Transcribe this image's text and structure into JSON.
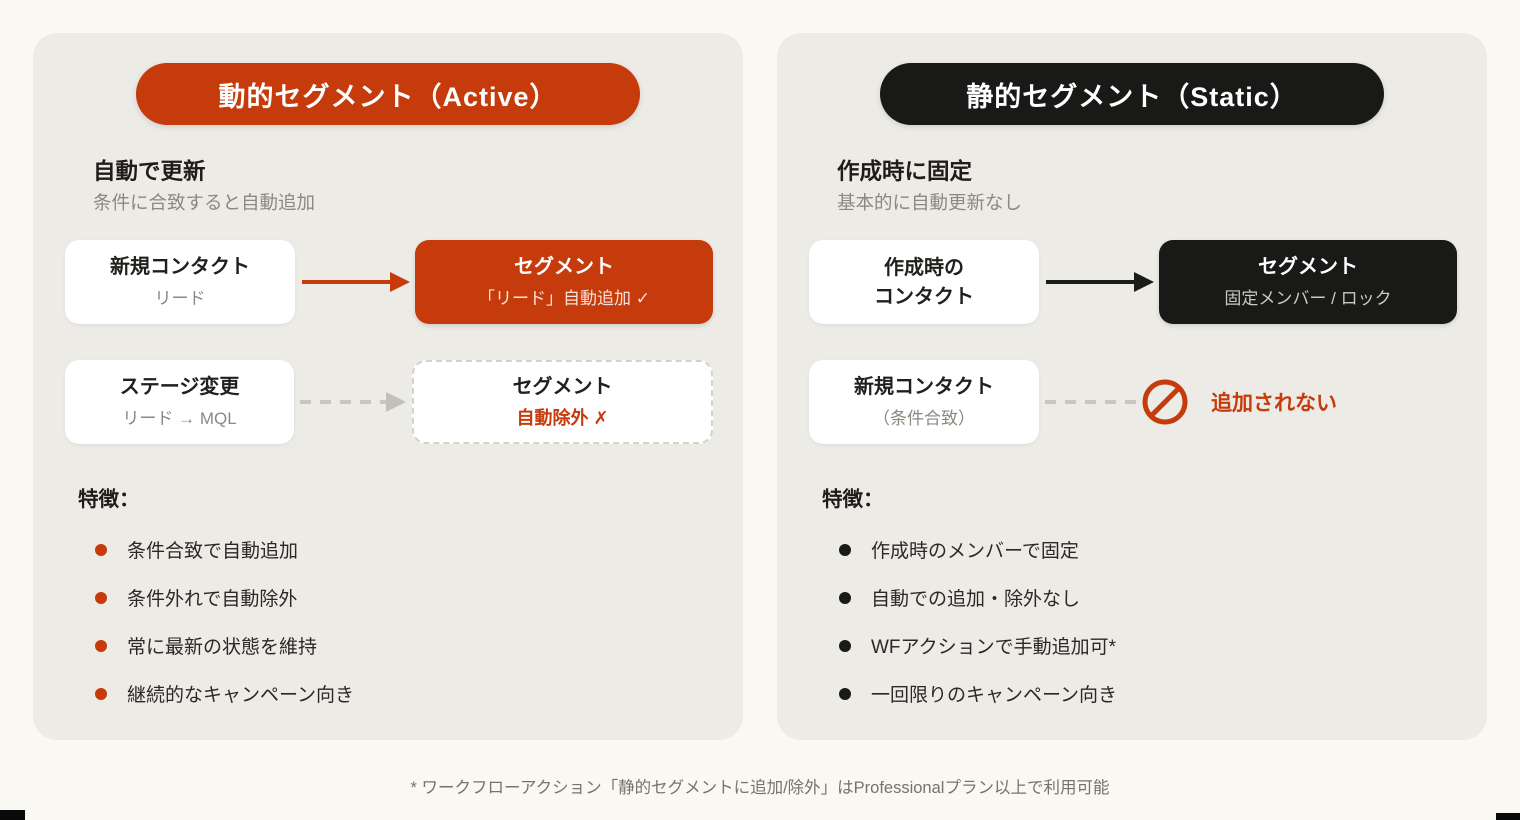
{
  "page": {
    "footnote": "* ワークフローアクション「静的セグメントに追加/除外」はProfessionalプラン以上で利用可能"
  },
  "colors": {
    "accent_orange": "#C53B0C",
    "accent_black": "#191917",
    "panel_background": "#EDEBE6",
    "page_background": "#FAF8F3",
    "muted_text": "#8B8880"
  },
  "icons": {
    "arrow_solid_orange": "right-arrow",
    "arrow_solid_black": "right-arrow",
    "arrow_dashed_gray": "right-arrow-dashed",
    "prohibition": "no-entry-circle-slash"
  },
  "panels": [
    {
      "id": "active",
      "header": "動的セグメント（Active）",
      "section_title": "自動で更新",
      "section_subtitle": "条件に合致すると自動追加",
      "rows": [
        {
          "source_title": "新規コンタクト",
          "source_subtitle": "リード",
          "target_title": "セグメント",
          "target_subtitle": "「リード」自動追加 ✓"
        },
        {
          "source_title": "ステージ変更",
          "source_subtitle": "リード → MQL",
          "target_title": "セグメント",
          "target_subtitle": "自動除外 ✗"
        }
      ],
      "features_label": "特徴：",
      "features": [
        "条件合致で自動追加",
        "条件外れで自動除外",
        "常に最新の状態を維持",
        "継続的なキャンペーン向き"
      ]
    },
    {
      "id": "static",
      "header": "静的セグメント（Static）",
      "section_title": "作成時に固定",
      "section_subtitle": "基本的に自動更新なし",
      "rows": [
        {
          "source_title_lines": [
            "作成時の",
            "コンタクト"
          ],
          "target_title": "セグメント",
          "target_subtitle": "固定メンバー / ロック"
        },
        {
          "source_title": "新規コンタクト",
          "source_subtitle": "（条件合致）",
          "blocked_label": "追加されない"
        }
      ],
      "features_label": "特徴：",
      "features": [
        "作成時のメンバーで固定",
        "自動での追加・除外なし",
        "WFアクションで手動追加可*",
        "一回限りのキャンペーン向き"
      ]
    }
  ]
}
